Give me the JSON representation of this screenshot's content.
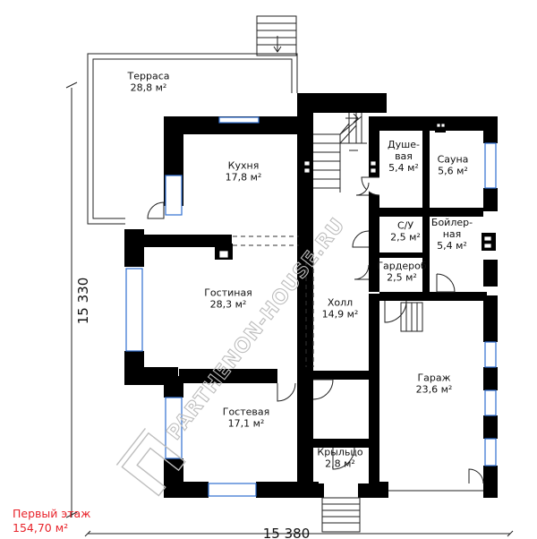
{
  "rooms": [
    {
      "id": "terrace",
      "name": "Терраса",
      "area": "28,8 м²"
    },
    {
      "id": "kitchen",
      "name": "Кухня",
      "area": "17,8 м²"
    },
    {
      "id": "shower",
      "name": "Душе-\nвая",
      "area": "5,4 м²"
    },
    {
      "id": "sauna",
      "name": "Сауна",
      "area": "5,6 м²"
    },
    {
      "id": "wc",
      "name": "С/У",
      "area": "2,5 м²"
    },
    {
      "id": "boiler",
      "name": "Бойлер-\nная",
      "area": "5,4 м²"
    },
    {
      "id": "wardrobe",
      "name": "Гардероб",
      "area": "2,5 м²"
    },
    {
      "id": "living",
      "name": "Гостиная",
      "area": "28,3 м²"
    },
    {
      "id": "hall",
      "name": "Холл",
      "area": "14,9 м²"
    },
    {
      "id": "garage",
      "name": "Гараж",
      "area": "23,6 м²"
    },
    {
      "id": "guest",
      "name": "Гостевая",
      "area": "17,1 м²"
    },
    {
      "id": "porch",
      "name": "Крыльцо",
      "area": "2,8 м²"
    }
  ],
  "dimensions": {
    "height": "15 330",
    "width": "15 380"
  },
  "floor": {
    "title": "Первый этаж",
    "area": "154,70 м²"
  },
  "watermark": "PARTHENON-HOUSE.RU",
  "colors": {
    "wall": "#000000",
    "window": "#2f6fd0",
    "title": "#e8232a"
  }
}
